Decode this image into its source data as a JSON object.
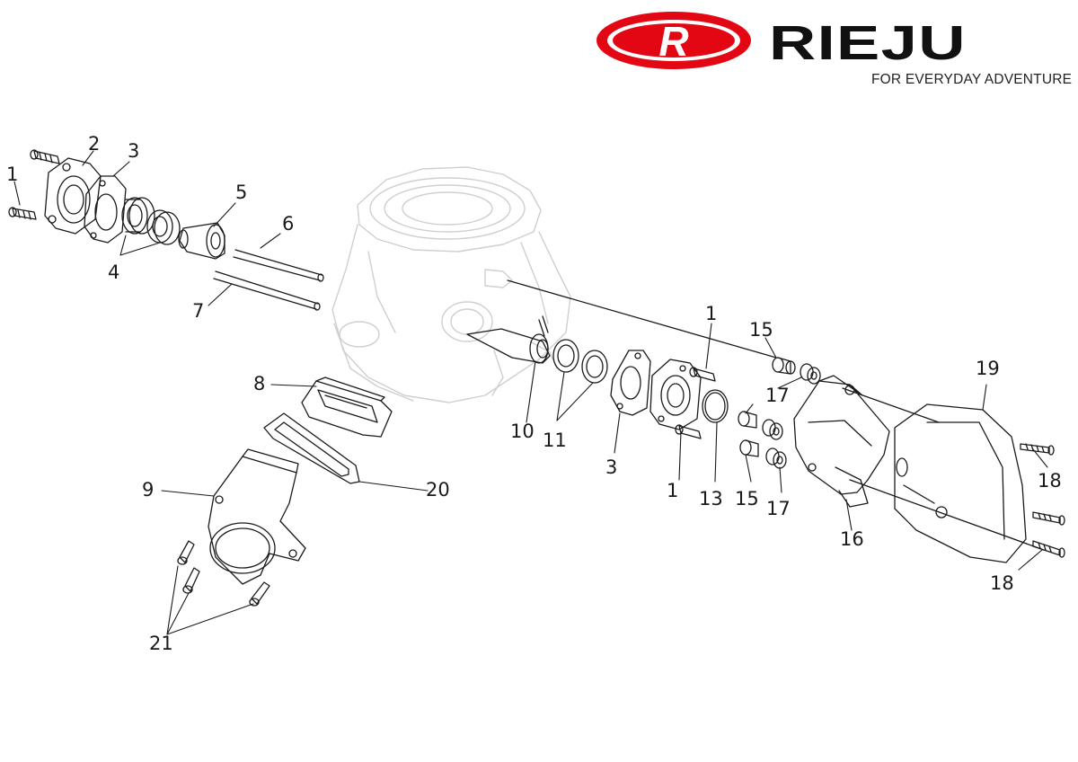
{
  "brand": {
    "name": "RIEJU",
    "tagline": "FOR EVERYDAY ADVENTURE",
    "emblem_letter": "R",
    "accent_color": "#e30613",
    "text_color": "#111111"
  },
  "diagram": {
    "line_color": "#1a1a1a",
    "ghost_color": "#cfcfcf",
    "callouts": [
      {
        "id": "c1a",
        "label": "1"
      },
      {
        "id": "c2",
        "label": "2"
      },
      {
        "id": "c3a",
        "label": "3"
      },
      {
        "id": "c4",
        "label": "4"
      },
      {
        "id": "c5",
        "label": "5"
      },
      {
        "id": "c6",
        "label": "6"
      },
      {
        "id": "c7",
        "label": "7"
      },
      {
        "id": "c8",
        "label": "8"
      },
      {
        "id": "c9",
        "label": "9"
      },
      {
        "id": "c20",
        "label": "20"
      },
      {
        "id": "c21",
        "label": "21"
      },
      {
        "id": "c10",
        "label": "10"
      },
      {
        "id": "c11",
        "label": "11"
      },
      {
        "id": "c3b",
        "label": "3"
      },
      {
        "id": "c1b",
        "label": "1"
      },
      {
        "id": "c1c",
        "label": "1"
      },
      {
        "id": "c13",
        "label": "13"
      },
      {
        "id": "c15a",
        "label": "15"
      },
      {
        "id": "c17a",
        "label": "17"
      },
      {
        "id": "c15b",
        "label": "15"
      },
      {
        "id": "c17b",
        "label": "17"
      },
      {
        "id": "c16",
        "label": "16"
      },
      {
        "id": "c19",
        "label": "19"
      },
      {
        "id": "c18a",
        "label": "18"
      },
      {
        "id": "c18b",
        "label": "18"
      }
    ]
  }
}
